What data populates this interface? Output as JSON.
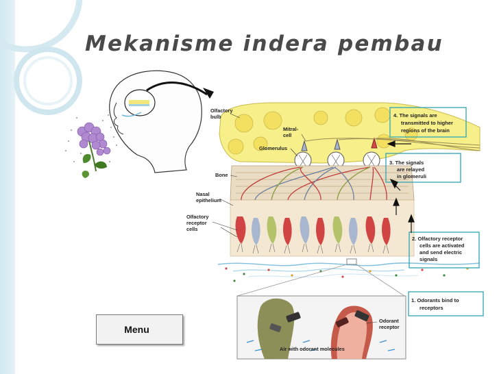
{
  "slide": {
    "title": "Mekanisme indera pembau",
    "menu_button_label": "Menu"
  },
  "diagram": {
    "labels": {
      "olfactory_bulb": [
        "Olfactory",
        "bulb"
      ],
      "mitral_cell": [
        "Mitral-",
        "cell"
      ],
      "glomerulus": "Glomerulus",
      "bone": "Bone",
      "nasal_epithelium": [
        "Nasal",
        "epithelium"
      ],
      "olfactory_receptor_cells": [
        "Olfactory",
        "receptor",
        "cells"
      ],
      "odorant_receptor": [
        "Odorant",
        "receptor"
      ],
      "air_with_odorant": "Air with odorant molecules"
    },
    "steps": [
      {
        "number": "1.",
        "lines": [
          "Odorants bind to",
          "receptors"
        ]
      },
      {
        "number": "2.",
        "lines": [
          "Olfactory receptor",
          "cells are activated",
          "and send electric",
          "signals"
        ]
      },
      {
        "number": "3.",
        "lines": [
          "The signals",
          "are relayed",
          "in glomeruli"
        ]
      },
      {
        "number": "4.",
        "lines": [
          "The signals are",
          "transmitted to higher",
          "regions of the brain"
        ]
      }
    ]
  },
  "theme": {
    "accent": "#b7dde8",
    "box_border": "#2ea3b4",
    "bulb_fill": "#f7ef8a",
    "title_color": "#4a4a4a"
  }
}
